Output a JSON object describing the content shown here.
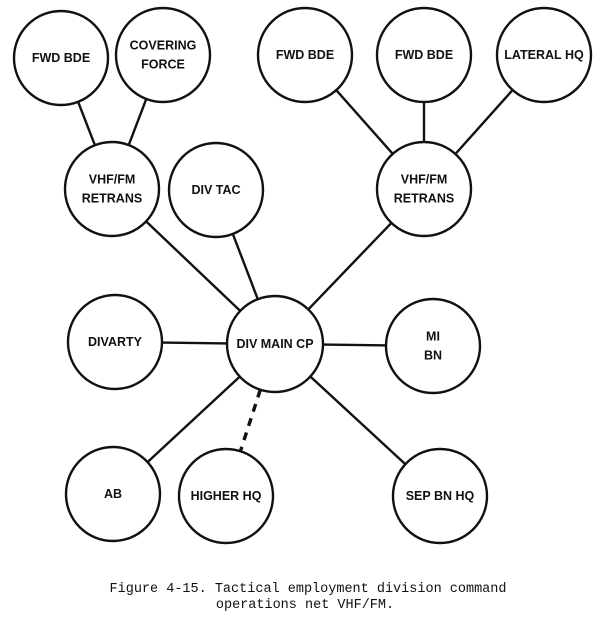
{
  "nodes": {
    "fwd_bde_1": [
      "FWD BDE"
    ],
    "covering_force": [
      "COVERING",
      "FORCE"
    ],
    "fwd_bde_2": [
      "FWD BDE"
    ],
    "fwd_bde_3": [
      "FWD BDE"
    ],
    "lateral_hq": [
      "LATERAL HQ"
    ],
    "retrans_left": [
      "VHF/FM",
      "RETRANS"
    ],
    "div_tac": [
      "DIV TAC"
    ],
    "retrans_right": [
      "VHF/FM",
      "RETRANS"
    ],
    "divarty": [
      "DIVARTY"
    ],
    "div_main_cp": [
      "DIV MAIN CP"
    ],
    "mi_bn": [
      "MI",
      "BN"
    ],
    "ab": [
      "AB"
    ],
    "higher_hq": [
      "HIGHER HQ"
    ],
    "sep_bn_hq": [
      "SEP BN HQ"
    ]
  },
  "edges": [
    {
      "from": "fwd_bde_1",
      "to": "retrans_left",
      "style": "solid"
    },
    {
      "from": "covering_force",
      "to": "retrans_left",
      "style": "solid"
    },
    {
      "from": "retrans_left",
      "to": "div_main_cp",
      "style": "solid"
    },
    {
      "from": "div_tac",
      "to": "div_main_cp",
      "style": "solid"
    },
    {
      "from": "fwd_bde_2",
      "to": "retrans_right",
      "style": "solid"
    },
    {
      "from": "fwd_bde_3",
      "to": "retrans_right",
      "style": "solid"
    },
    {
      "from": "lateral_hq",
      "to": "retrans_right",
      "style": "solid"
    },
    {
      "from": "retrans_right",
      "to": "div_main_cp",
      "style": "solid"
    },
    {
      "from": "divarty",
      "to": "div_main_cp",
      "style": "solid"
    },
    {
      "from": "div_main_cp",
      "to": "mi_bn",
      "style": "solid"
    },
    {
      "from": "div_main_cp",
      "to": "ab",
      "style": "solid"
    },
    {
      "from": "div_main_cp",
      "to": "higher_hq",
      "style": "dashed"
    },
    {
      "from": "div_main_cp",
      "to": "sep_bn_hq",
      "style": "solid"
    }
  ],
  "caption": {
    "line1": "Figure 4-15. Tactical employment division command",
    "line2": "operations net VHF/FM."
  }
}
